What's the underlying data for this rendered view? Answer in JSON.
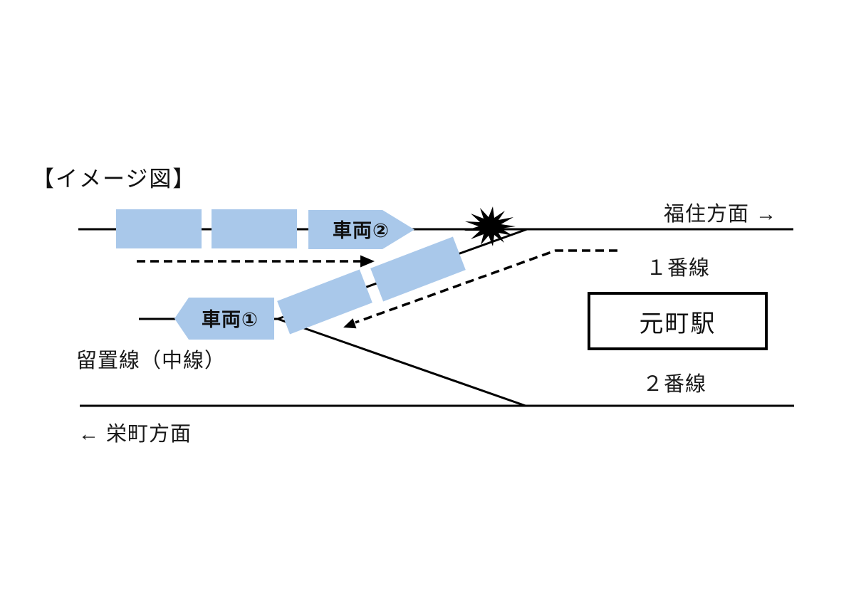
{
  "title": "【イメージ図】",
  "labels": {
    "direction_right": "福住方面 →",
    "direction_left": "← 栄町方面",
    "track1": "１番線",
    "track2": "２番線",
    "siding": "留置線（中線）",
    "station": "元町駅",
    "vehicle1": "車両①",
    "vehicle2": "車両②"
  },
  "icons": {
    "collision": "burst-starburst"
  },
  "colors": {
    "car_fill": "#a9c8ea",
    "line": "#000000",
    "collision": "#000000"
  }
}
